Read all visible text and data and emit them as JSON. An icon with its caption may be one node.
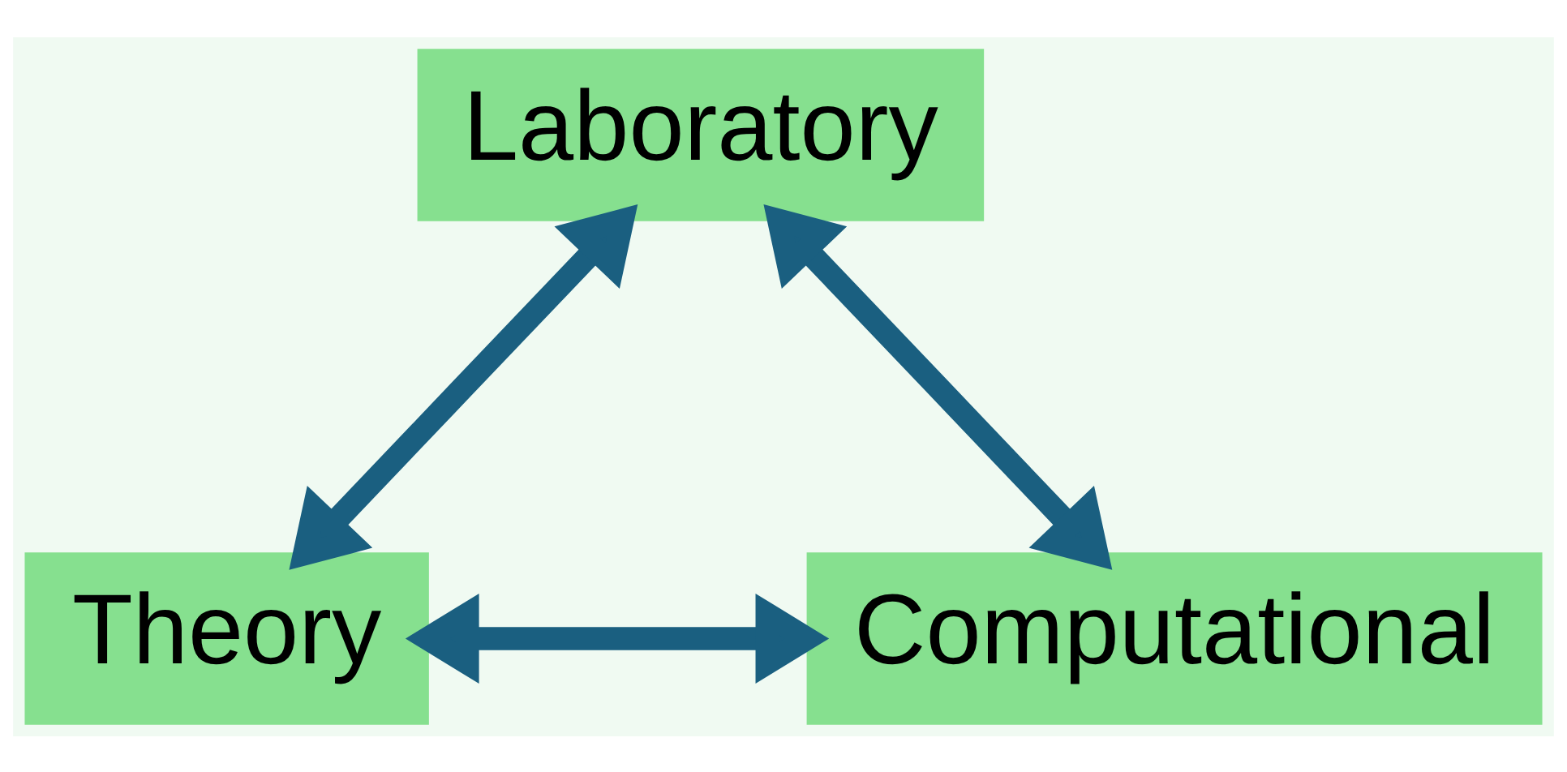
{
  "diagram": {
    "nodes": [
      {
        "text": [
          "Laboratory"
        ]
      },
      {
        "text": [
          "Theory"
        ]
      },
      {
        "text": [
          "Computational"
        ]
      }
    ],
    "edges": [
      {
        "from": 0,
        "to": 1,
        "arrow": "both"
      },
      {
        "from": 0,
        "to": 2,
        "arrow": "both"
      },
      {
        "from": 1,
        "to": 2,
        "arrow": "both"
      }
    ]
  }
}
